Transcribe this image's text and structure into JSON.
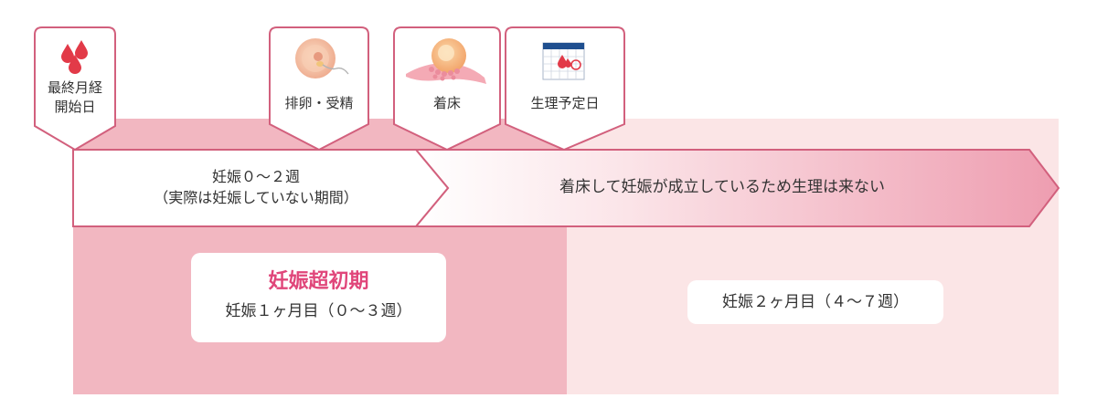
{
  "milestones": [
    {
      "id": "lmp",
      "label_line1": "最終月経",
      "label_line2": "開始日",
      "icon": "blood-drops-icon"
    },
    {
      "id": "ovulation",
      "label": "排卵・受精",
      "icon": "egg-sperm-icon"
    },
    {
      "id": "implantation",
      "label": "着床",
      "icon": "implantation-icon"
    },
    {
      "id": "period",
      "label": "生理予定日",
      "icon": "calendar-icon"
    }
  ],
  "arrow_left": {
    "line1": "妊娠０～２週",
    "line2": "（実際は妊娠していない期間）"
  },
  "arrow_right": {
    "text": "着床して妊娠が成立しているため生理は来ない"
  },
  "month1": {
    "title": "妊娠超初期",
    "sub": "妊娠１ヶ月目（０～３週）"
  },
  "month2": {
    "sub": "妊娠２ヶ月目（４～７週）"
  },
  "colors": {
    "accent": "#e0467a",
    "border": "#d2607d",
    "month1_bg": "#f2b7c1",
    "month2_bg": "#fbe5e6",
    "arrow_gradient_end": "#ef9fb0",
    "blood": "#e23a48"
  }
}
